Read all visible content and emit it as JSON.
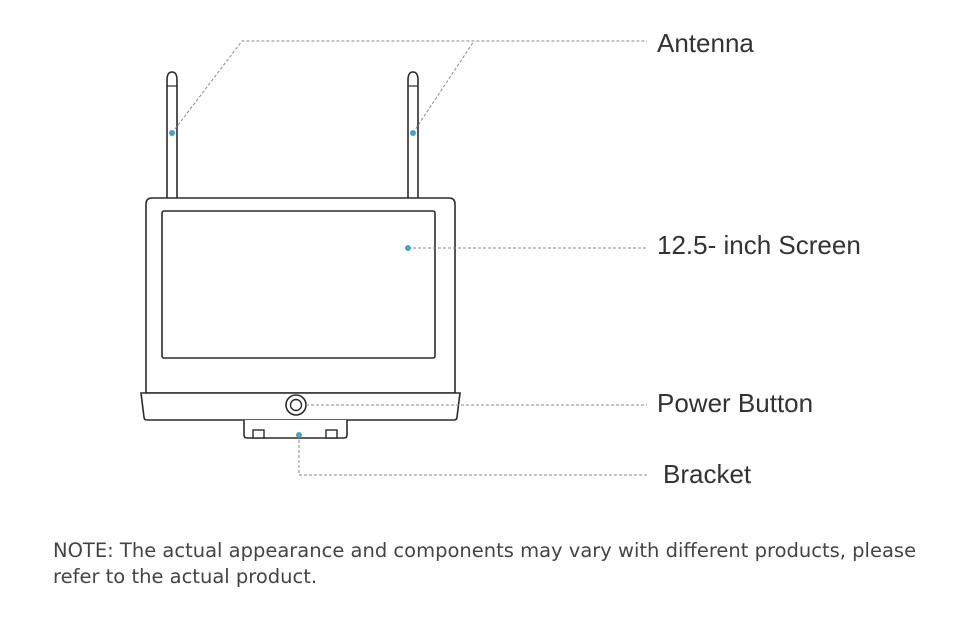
{
  "labels": {
    "antenna": "Antenna",
    "screen": "12.5- inch Screen",
    "power_button": "Power Button",
    "bracket": "Bracket"
  },
  "note": "NOTE: The actual appearance and components may vary with different products, please refer to the actual product.",
  "colors": {
    "outline": "#2b2b2b",
    "leader_line": "#8a8a8a",
    "marker_dot": "#4aa3b8",
    "text": "#333333"
  }
}
